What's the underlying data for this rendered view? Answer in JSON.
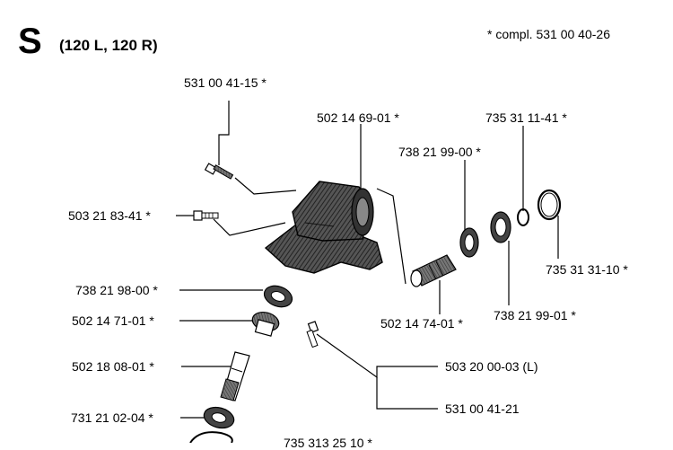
{
  "header": {
    "section_letter": "S",
    "models": "(120 L, 120 R)",
    "note": "* compl. 531 00 40-26"
  },
  "labels": {
    "p_531_00_41_15": "531 00 41-15  *",
    "p_502_14_69_01": "502 14 69-01  *",
    "p_735_31_11_41": "735 31 11-41  *",
    "p_738_21_99_00": "738 21 99-00  *",
    "p_503_21_83_41": "503 21 83-41  *",
    "p_735_31_31_10": "735 31 31-10  *",
    "p_738_21_98_00": "738 21 98-00 *",
    "p_502_14_74_01": "502 14 74-01  *",
    "p_738_21_99_01": "738 21 99-01  *",
    "p_502_14_71_01": "502 14 71-01  *",
    "p_502_18_08_01": "502 18 08-01  *",
    "p_503_20_00_03": "503 20 00-03 (L)",
    "p_531_00_41_21": "531 00 41-21",
    "p_731_21_02_04": "731 21 02-04  *",
    "p_735_cut": "735 313 25 10  *"
  }
}
